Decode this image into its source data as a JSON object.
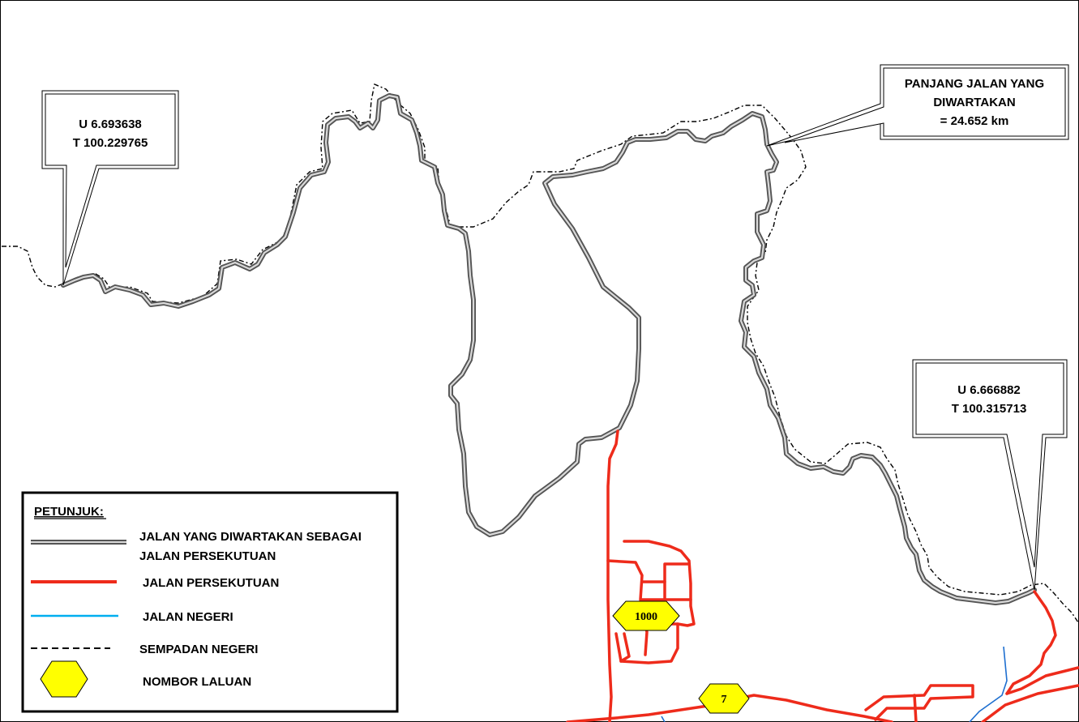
{
  "callouts": {
    "start_point": {
      "lat": "U 6.693638",
      "lon": "T 100.229765"
    },
    "road_length": {
      "line1": "PANJANG JALAN YANG",
      "line2": "DIWARTAKAN",
      "line3": "= 24.652 km"
    },
    "end_point": {
      "lat": "U 6.666882",
      "lon": "T 100.315713"
    }
  },
  "route_badges": {
    "route_1000": "1000",
    "route_7": "7"
  },
  "legend": {
    "title": "PETUNJUK:",
    "items": [
      {
        "line1": "JALAN YANG DIWARTAKAN SEBAGAI",
        "line2": "JALAN PERSEKUTUAN"
      },
      {
        "line1": "JALAN PERSEKUTUAN"
      },
      {
        "line1": "JALAN NEGERI"
      },
      {
        "line1": "SEMPADAN NEGERI"
      },
      {
        "line1": "NOMBOR LALUAN"
      }
    ]
  },
  "colors": {
    "gazetted_road": "#777777",
    "federal_road": "#ee2b1b",
    "state_road": "#1e6fd0",
    "state_boundary": "#000000",
    "route_badge": "#ffff00"
  }
}
